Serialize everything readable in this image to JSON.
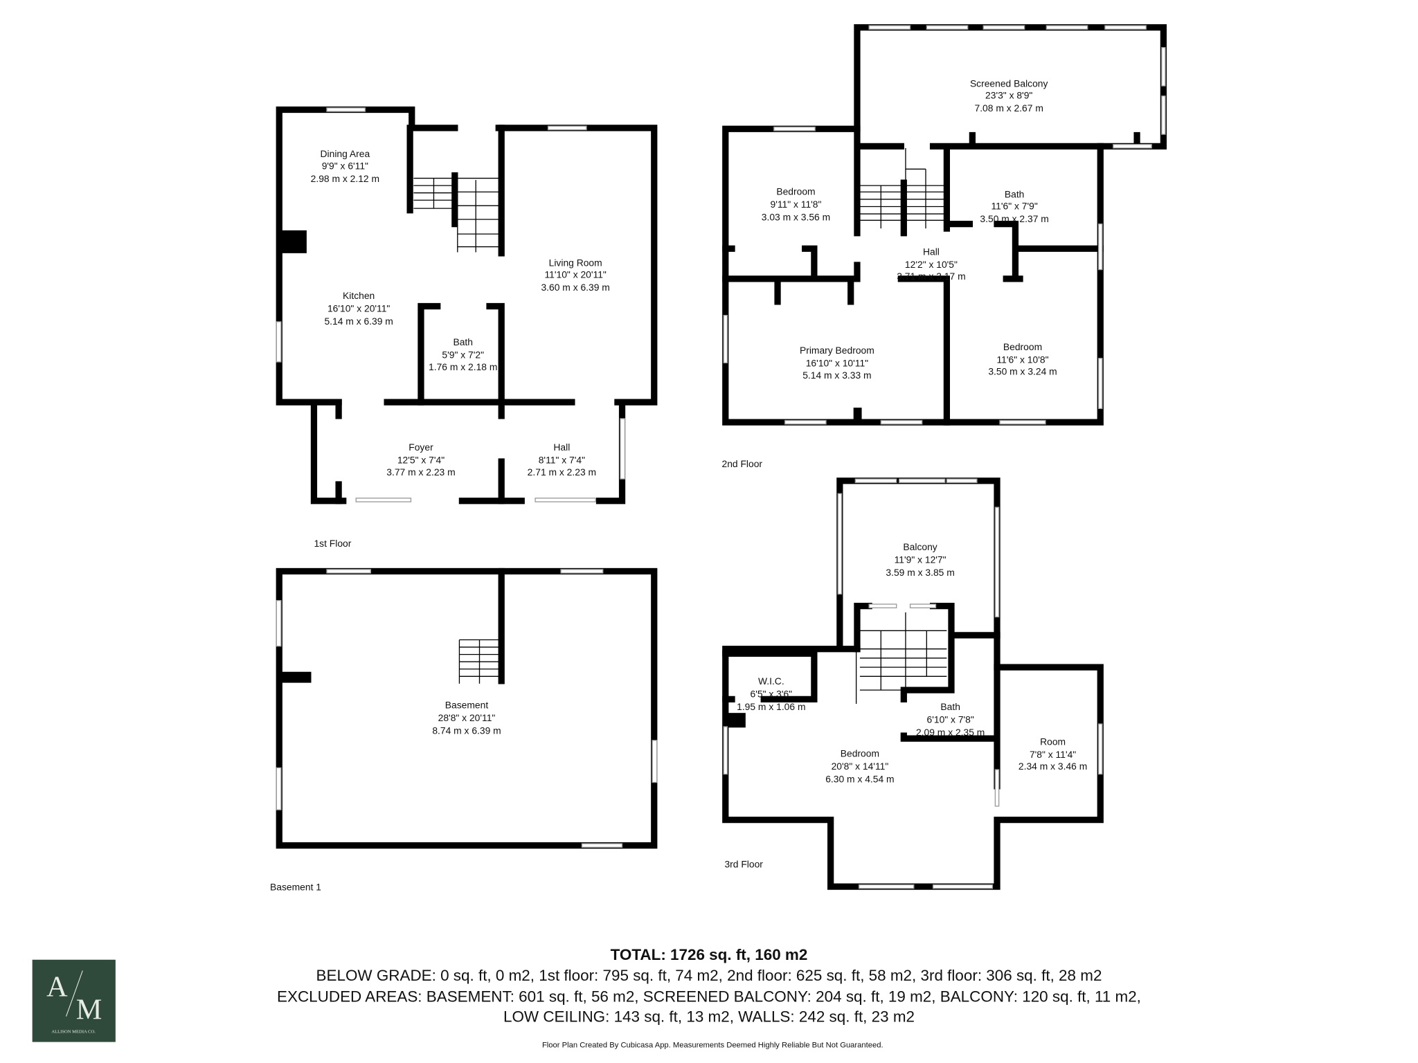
{
  "floors": {
    "first": {
      "label": "1st Floor",
      "rooms": [
        {
          "name": "Dining Area",
          "imperial": "9'9\" x 6'11\"",
          "metric": "2.98 m x 2.12 m"
        },
        {
          "name": "Living Room",
          "imperial": "11'10\" x 20'11\"",
          "metric": "3.60 m x 6.39 m"
        },
        {
          "name": "Kitchen",
          "imperial": "16'10\" x 20'11\"",
          "metric": "5.14 m x 6.39 m"
        },
        {
          "name": "Bath",
          "imperial": "5'9\" x 7'2\"",
          "metric": "1.76 m x 2.18 m"
        },
        {
          "name": "Foyer",
          "imperial": "12'5\" x 7'4\"",
          "metric": "3.77 m x 2.23 m"
        },
        {
          "name": "Hall",
          "imperial": "8'11\" x 7'4\"",
          "metric": "2.71 m x 2.23 m"
        }
      ]
    },
    "basement": {
      "label": "Basement 1",
      "rooms": [
        {
          "name": "Basement",
          "imperial": "28'8\" x 20'11\"",
          "metric": "8.74 m x 6.39 m"
        }
      ]
    },
    "second": {
      "label": "2nd Floor",
      "rooms": [
        {
          "name": "Screened Balcony",
          "imperial": "23'3\" x 8'9\"",
          "metric": "7.08 m x 2.67 m"
        },
        {
          "name": "Bedroom",
          "imperial": "9'11\" x 11'8\"",
          "metric": "3.03 m x 3.56 m"
        },
        {
          "name": "Bath",
          "imperial": "11'6\" x 7'9\"",
          "metric": "3.50 m x 2.37 m"
        },
        {
          "name": "Hall",
          "imperial": "12'2\" x 10'5\"",
          "metric": "3.71 m x 3.17 m"
        },
        {
          "name": "Primary Bedroom",
          "imperial": "16'10\" x 10'11\"",
          "metric": "5.14 m x 3.33 m"
        },
        {
          "name": "Bedroom",
          "imperial": "11'6\" x 10'8\"",
          "metric": "3.50 m x 3.24 m"
        }
      ]
    },
    "third": {
      "label": "3rd Floor",
      "rooms": [
        {
          "name": "Balcony",
          "imperial": "11'9\" x 12'7\"",
          "metric": "3.59 m x 3.85 m"
        },
        {
          "name": "W.I.C.",
          "imperial": "6'5\" x 3'6\"",
          "metric": "1.95 m x 1.06 m"
        },
        {
          "name": "Bath",
          "imperial": "6'10\" x 7'8\"",
          "metric": "2.09 m x 2.35 m"
        },
        {
          "name": "Bedroom",
          "imperial": "20'8\" x 14'11\"",
          "metric": "6.30 m x 4.54 m"
        },
        {
          "name": "Room",
          "imperial": "7'8\" x 11'4\"",
          "metric": "2.34 m x 3.46 m"
        }
      ]
    }
  },
  "summary": {
    "total": "TOTAL: 1726 sq. ft, 160 m2",
    "line1": "BELOW GRADE: 0 sq. ft, 0 m2, 1st floor: 795 sq. ft, 74 m2, 2nd floor: 625 sq. ft, 58 m2, 3rd floor: 306 sq. ft, 28 m2",
    "line2": "EXCLUDED AREAS: BASEMENT: 601 sq. ft, 56 m2, SCREENED BALCONY: 204 sq. ft, 19 m2, BALCONY: 120 sq. ft, 11 m2,",
    "line3": "LOW CEILING: 143 sq. ft, 13 m2, WALLS: 242 sq. ft, 23 m2",
    "footer": "Floor Plan Created By Cubicasa App. Measurements Deemed Highly Reliable But Not Guaranteed."
  },
  "logo": {
    "monogram_a": "A",
    "monogram_m": "M",
    "company": "ALLISON MEDIA CO.",
    "background": "#2f4a3a"
  },
  "colors": {
    "walls": "#000000",
    "background": "#ffffff"
  }
}
